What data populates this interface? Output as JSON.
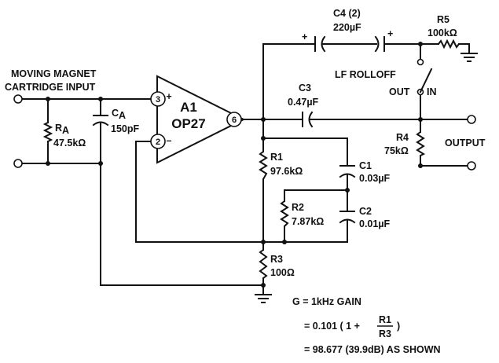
{
  "input_label_line1": "MOVING MAGNET",
  "input_label_line2": "CARTRIDGE INPUT",
  "ra": {
    "name": "R",
    "sub": "A",
    "value": "47.5kΩ"
  },
  "ca": {
    "name": "C",
    "sub": "A",
    "value": "150pF"
  },
  "opamp": {
    "name": "A1",
    "part": "OP27",
    "pin_plus": "3",
    "pin_minus": "2",
    "pin_out": "6",
    "plus_sign": "+",
    "minus_sign": "–"
  },
  "c4": {
    "label": "C4 (2)",
    "value": "220µF",
    "polarity": "+"
  },
  "r5": {
    "name": "R5",
    "value": "100kΩ"
  },
  "switch": {
    "label": "LF ROLLOFF",
    "out": "OUT",
    "in": "IN"
  },
  "c3": {
    "name": "C3",
    "value": "0.47µF"
  },
  "r4": {
    "name": "R4",
    "value": "75kΩ"
  },
  "output_label": "OUTPUT",
  "r1": {
    "name": "R1",
    "value": "97.6kΩ"
  },
  "c1": {
    "name": "C1",
    "value": "0.03µF"
  },
  "r2": {
    "name": "R2",
    "value": "7.87kΩ"
  },
  "c2": {
    "name": "C2",
    "value": "0.01µF"
  },
  "r3": {
    "name": "R3",
    "value": "100Ω"
  },
  "gain": {
    "line1": "G = 1kHz GAIN",
    "line2_prefix": "= 0.101 ( 1 +",
    "frac_num": "R1",
    "frac_den": "R3",
    "line2_suffix": ")",
    "line3": "= 98.677 (39.9dB) AS SHOWN"
  }
}
